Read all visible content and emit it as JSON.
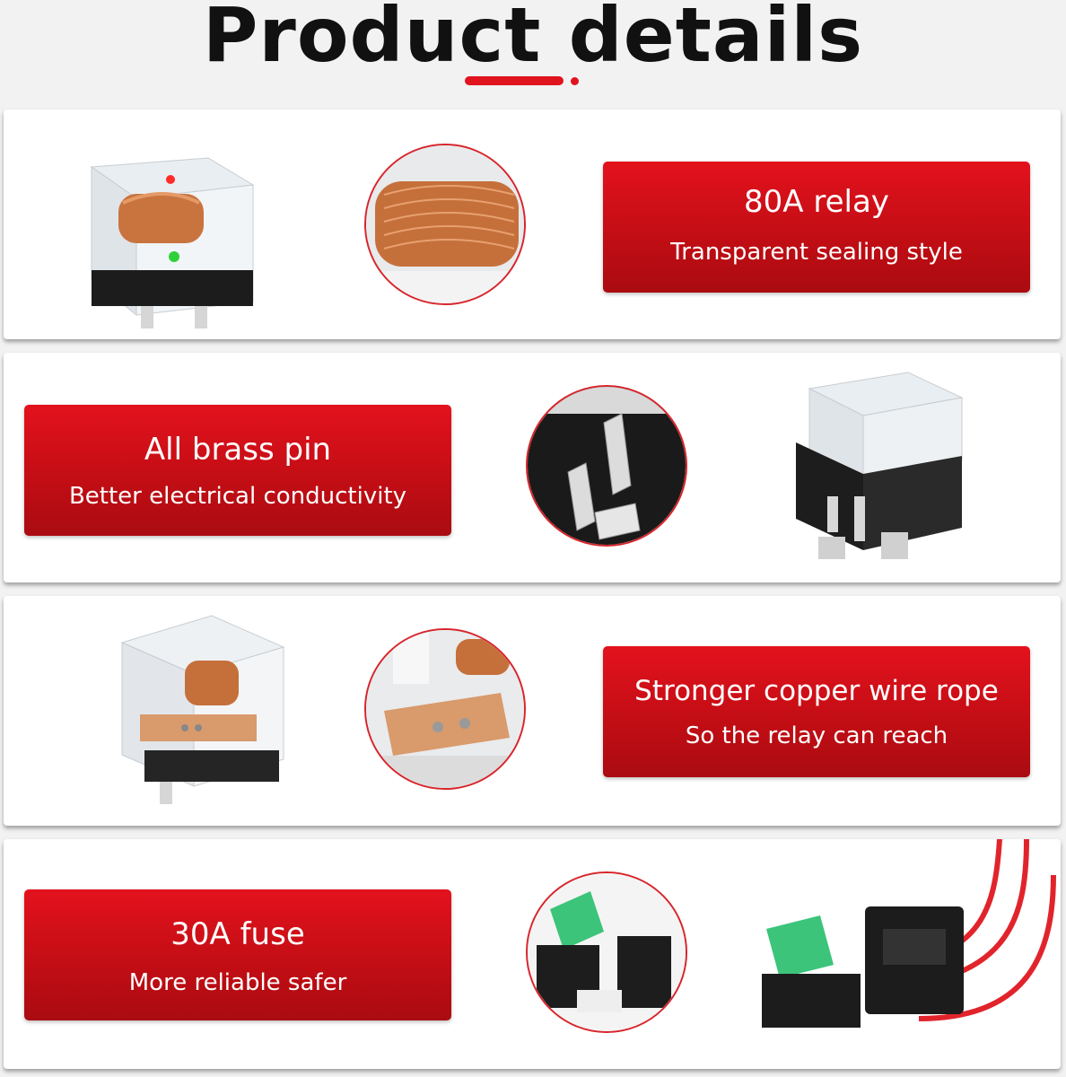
{
  "header": {
    "title": "Product details"
  },
  "features": [
    {
      "title": "80A relay",
      "subtitle": "Transparent sealing style"
    },
    {
      "title": "All brass pin",
      "subtitle": "Better electrical conductivity"
    },
    {
      "title": "Stronger copper wire rope",
      "subtitle": "So the relay can reach"
    },
    {
      "title": "30A fuse",
      "subtitle": "More reliable safer"
    }
  ],
  "colors": {
    "accent": "#e0141e",
    "badge": "#c10d14",
    "panel": "#ffffff",
    "background": "#f2f2f2"
  },
  "icons": [
    "relay-image",
    "coil-closeup-image",
    "brass-pin-closeup-image",
    "copper-contact-closeup-image",
    "fuse-closeup-image",
    "fuse-holder-image"
  ]
}
